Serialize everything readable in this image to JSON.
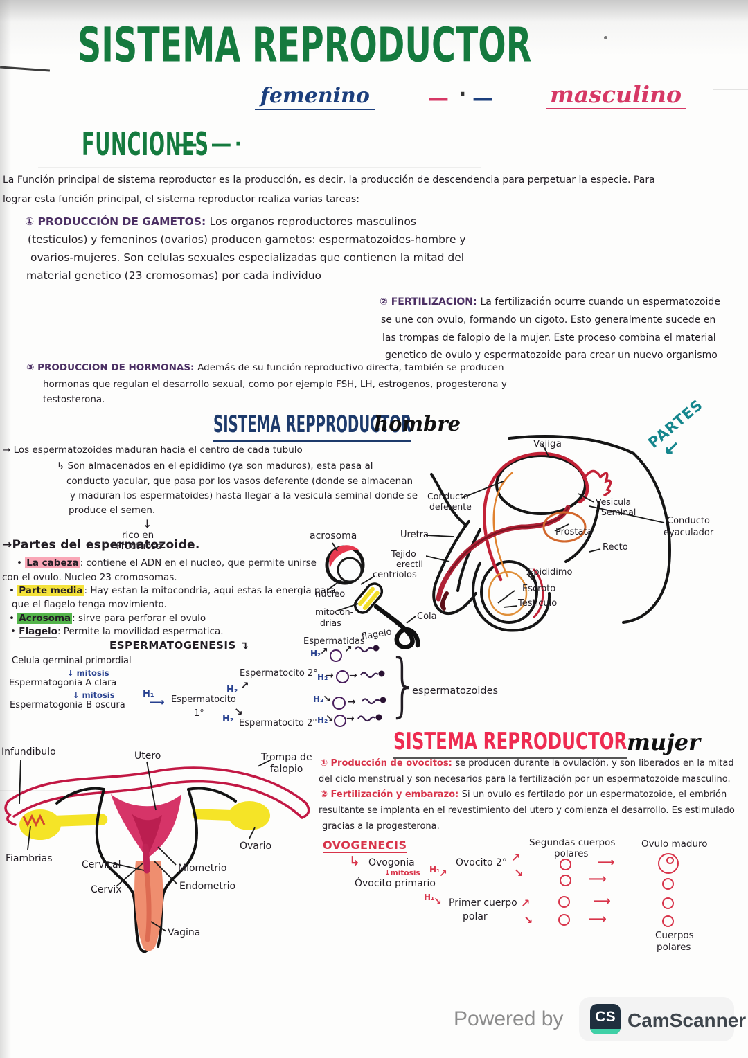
{
  "header": {
    "title": "SISTEMA REPRODUCTOR",
    "femenino": "femenino",
    "sep_pink": "—",
    "sep_dot": "·",
    "sep_navy": "—",
    "masculino": "masculino",
    "funciones": "FUNCIONES",
    "funciones_dashes": "—·—·"
  },
  "intro": {
    "line1": "La Función principal de sistema reproductor es la producción, es decir, la producción de descendencia para perpetuar la especie. Para",
    "line2": "lograr esta función principal, el sistema reproductor realiza varias tareas:"
  },
  "tareas": {
    "gametos_title": "① PRODUCCIÓN DE GAMETOS: ",
    "gametos_l1": "Los organos reproductores masculinos",
    "gametos_l2": "(testiculos) y femeninos (ovarios) producen gametos: espermatozoides-hombre y",
    "gametos_l3": "ovarios-mujeres. Son celulas sexuales especializadas que contienen la mitad del",
    "gametos_l4": "material genetico (23 cromosomas) por cada individuo",
    "fertilizacion_title": "② FERTILIZACION: ",
    "fertilizacion_l1": "La fertilización ocurre cuando un espermatozoide",
    "fertilizacion_l2": "se une con ovulo, formando un cigoto. Esto generalmente sucede en",
    "fertilizacion_l3": "las trompas de falopio de la mujer. Este proceso combina el material",
    "fertilizacion_l4": "genetico de ovulo y espermatozoide para crear un nuevo organismo",
    "hormonas_title": "③ PRODUCCION DE HORMONAS: ",
    "hormonas_l1": "Además de su función reproductivo directa, también se producen",
    "hormonas_l2": "hormonas que regulan el desarrollo sexual, como por ejemplo FSH, LH, estrogenos, progesterona y",
    "hormonas_l3": "testosterona."
  },
  "male_section": {
    "heading": "SISTEMA REPPRODUCTOR",
    "heading_sub": "hombre",
    "partes": "PARTES",
    "partes_arrow": "↙",
    "maturation_l1": "→ Los espermatozoides maduran hacia el centro de cada tubulo",
    "maturation_l2": "↳ Son almacenados en el epididimo (ya son maduros), esta pasa al",
    "maturation_l3": "conducto yacular, que pasa por los vasos deferente (donde se almacenan",
    "maturation_l4": "y maduran los espermatoides) hasta llegar a la vesicula seminal donde se",
    "maturation_l5": "produce el semen.",
    "maturation_arrow": "↓",
    "maturation_note1": "rico en",
    "maturation_note2": "Fructuosa"
  },
  "sperm_parts": {
    "title": "→Partes del espermatozoide.",
    "bullet": "• ",
    "cabeza_label": "La cabeza",
    "cabeza_text": ": contiene el ADN en el nucleo, que permite unirse",
    "cabeza_text2": "con el ovulo. Nucleo 23 cromosomas.",
    "media_label": "Parte media",
    "media_text": ": Hay estan la mitocondria, aqui estas la energia para",
    "media_text2": "que el flagelo tenga movimiento.",
    "acrosoma_label": "Acrosoma",
    "acrosoma_text": ": sirve para perforar el ovulo",
    "flagelo_label": "Flagelo",
    "flagelo_text": ": Permite la movilidad espermatica."
  },
  "espermatogenesis": {
    "title": "ESPERMATOGENESIS ↴",
    "celula": "Celula germinal primordial",
    "mitosis": "↓ mitosis",
    "espermatogonia_a": "Espermatogonia A clara",
    "espermatogonia_b": "Espermatogonia B oscura",
    "h1": "H₁",
    "espermatocito": "Espermatocito",
    "primero": "1°",
    "h2": "H₂",
    "espermatocito2": "Espermatocito 2°",
    "espermatidas": "Espermatidas",
    "flagelo": "flagelo",
    "espermatozoides": "espermatozoides",
    "brace": "}"
  },
  "sperm_cell": {
    "acrosoma": "acrosoma",
    "nucleo": "nucleo",
    "centriolos": "centriolos",
    "mitocondrias_1": "mitocon-",
    "mitocondrias_2": "drias",
    "cola": "Cola"
  },
  "male_diagram": {
    "vejiga": "Vejiga",
    "conducto_1": "Conducto",
    "conducto_2": "deferente",
    "vesicula_1": "Vesicula",
    "vesicula_2": "Seminal",
    "prostata": "Prostata",
    "eyaculador_1": "Conducto",
    "eyaculador_2": "eyaculador",
    "recto": "Recto",
    "uretra": "Uretra",
    "tejido_1": "Tejido",
    "tejido_2": "erectil",
    "epididimo": "Epididimo",
    "escroto": "Escroto",
    "testiculo": "Testiculo"
  },
  "female_section": {
    "heading": "SISTEMA REPRODUCTOR",
    "heading_sub": "mujer",
    "ovocitos_title": "① Producción de ovocitos: ",
    "ovocitos_l1": "se producen durante la ovulación, y son liberados en la mitad",
    "ovocitos_l2": "del ciclo menstrual y son necesarios para la fertilización por un espermatozoide masculino.",
    "embarazo_title": "② Fertilización y embarazo: ",
    "embarazo_l1": "Si un ovulo es fertilado por un espermatozoide, el embrión",
    "embarazo_l2": "resultante se implanta en el revestimiento del utero y comienza el desarrollo. Es estimulado",
    "embarazo_l3": "gracias a la progesterona."
  },
  "ovogenesis": {
    "title": "OVOGENECIS",
    "hook": "↳",
    "ovogonia": "Ovogonia",
    "mitosis": "↓mitosis",
    "ovocito_primario": "Óvocito primario",
    "h1": "H₁",
    "ovocito2": "Ovocito 2°",
    "primer_cuerpo_1": "Primer cuerpo",
    "primer_cuerpo_2": "polar",
    "segundos_1": "Segundas cuerpos",
    "segundos_2": "polares",
    "ovulo_maduro": "Ovulo maduro",
    "cuerpos_1": "Cuerpos",
    "cuerpos_2": "polares"
  },
  "female_diagram": {
    "infundibulo": "Infundibulo",
    "utero": "Utero",
    "trompa_1": "Trompa de",
    "trompa_2": "falopio",
    "ovario": "Ovario",
    "fiambrias": "Fiambrias",
    "cervical": "Cervical",
    "cervix": "Cervix",
    "miometrio": "Miometrio",
    "endometrio": "Endometrio",
    "vagina": "Vagina"
  },
  "glyphs": {
    "arrow_right": "→",
    "arrow_long": "⟶",
    "arrow_up_right": "↗",
    "arrow_down_right": "↘",
    "arrow_down": "↓"
  },
  "footer": {
    "powered_by": "Powered by",
    "badge": "CS",
    "brand": "CamScanner"
  },
  "colors": {
    "title_green": "#157a3e",
    "heading_navy": "#1d3a6b",
    "heading_pink": "#ee2b50",
    "purple_ink": "#4b2f63",
    "blue_ink": "#27408f",
    "red_ink": "#d8344a",
    "teal": "#15868d",
    "highlight_pink": "#f9a6b6",
    "highlight_yellow": "#f4e23a",
    "highlight_green": "#53b44a",
    "camscanner_teal": "#3fd0a6",
    "camscanner_navy": "#1f2f3e"
  }
}
